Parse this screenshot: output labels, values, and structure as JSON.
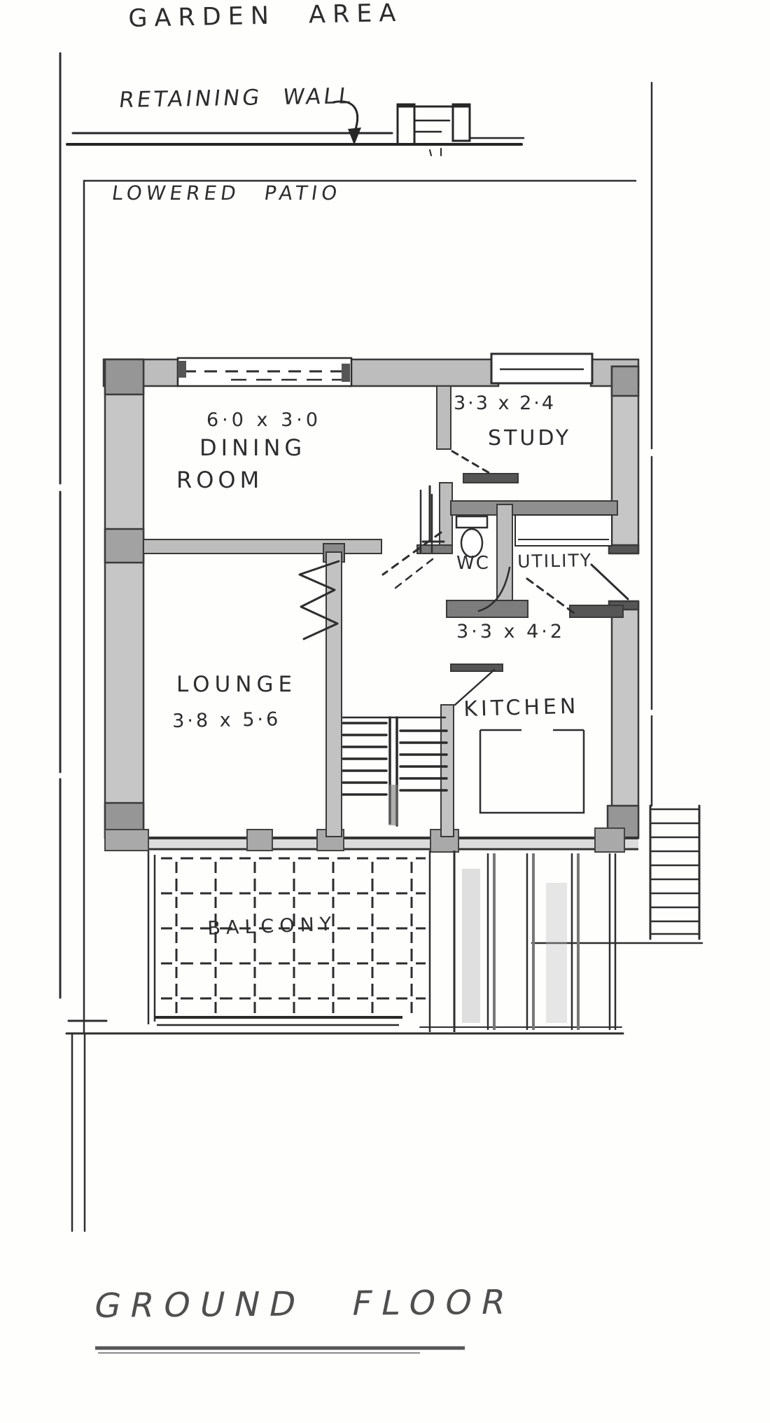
{
  "site": {
    "garden_area": "GARDEN AREA",
    "retaining_wall": "RETAINING WALL",
    "lowered_patio": "LOWERED PATIO"
  },
  "rooms": {
    "dining": {
      "dims": "6·0 x 3·0",
      "line1": "DINING",
      "line2": "ROOM"
    },
    "study": {
      "dims": "3·3 x 2·4",
      "name": "STUDY"
    },
    "wc": {
      "name": "WC"
    },
    "utility": {
      "name": "UTILITY"
    },
    "kitchen": {
      "dims": "3·3 x 4·2",
      "name": "KITCHEN"
    },
    "lounge": {
      "name": "LOUNGE",
      "dims": "3·8 x 5·6"
    },
    "balcony": {
      "name": "BALCONY"
    }
  },
  "title": {
    "text": "GROUND FLOOR"
  },
  "colors": {
    "ink": "#2d2d2d",
    "pencil_wall": "#bdbdbd",
    "pencil_dark": "#565656",
    "title_gray": "#4f4f4f"
  }
}
